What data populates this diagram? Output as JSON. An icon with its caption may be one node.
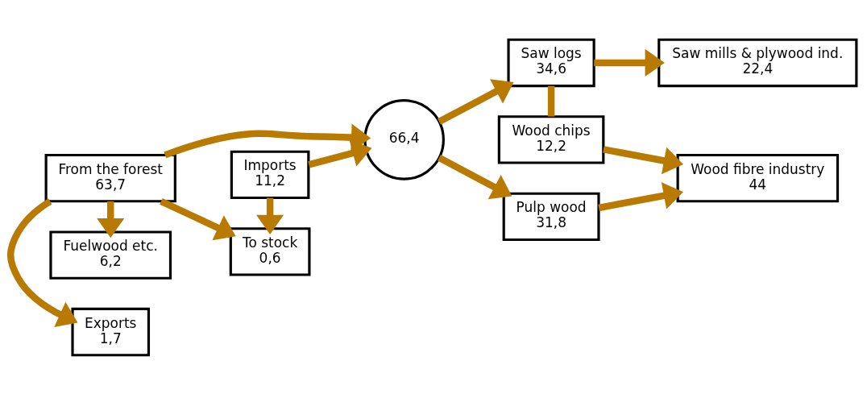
{
  "diagram": {
    "nodes": [
      {
        "text": [
          "Exports",
          "1,7"
        ]
      },
      {
        "text": [
          "Imports",
          "11,2"
        ]
      },
      {
        "text": [
          "Saw logs",
          "34,6"
        ]
      },
      {
        "text": [
          "Saw mills & plywood ind.",
          "22,4"
        ]
      },
      {
        "text": [
          "From the forest",
          "63,7"
        ]
      },
      {
        "text": [
          "66,4"
        ]
      },
      {
        "text": [
          "Wood chips",
          "12,2"
        ]
      },
      {
        "text": [
          "Fuelwood etc.",
          "6,2"
        ]
      },
      {
        "text": [
          "To stock",
          "0,6"
        ]
      },
      {
        "text": [
          "Pulp wood",
          "31,8"
        ]
      },
      {
        "text": [
          "Wood fibre industry",
          "44"
        ]
      }
    ],
    "edges": [
      {
        "from": 4,
        "to": 0,
        "arrow": "to"
      },
      {
        "from": 4,
        "to": 7,
        "arrow": "to"
      },
      {
        "from": 4,
        "to": 5,
        "arrow": "to"
      },
      {
        "from": 4,
        "to": 8,
        "arrow": "to"
      },
      {
        "from": 1,
        "to": 5,
        "arrow": "to"
      },
      {
        "from": 1,
        "to": 8,
        "arrow": "to"
      },
      {
        "from": 5,
        "to": 2,
        "arrow": "to"
      },
      {
        "from": 5,
        "to": 9,
        "arrow": "to"
      },
      {
        "from": 2,
        "to": 3,
        "arrow": "to"
      },
      {
        "from": 2,
        "to": 6,
        "arrow": "none"
      },
      {
        "from": 6,
        "to": 10,
        "arrow": "to"
      },
      {
        "from": 9,
        "to": 10,
        "arrow": "to"
      }
    ]
  }
}
